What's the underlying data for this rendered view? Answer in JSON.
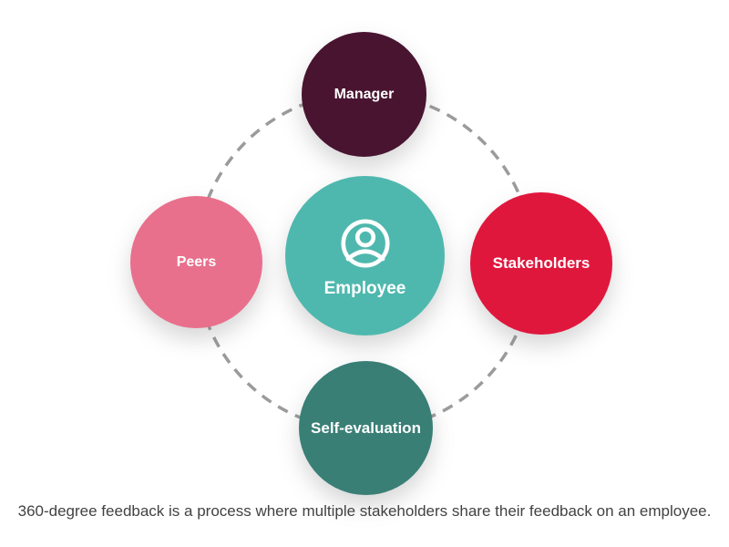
{
  "diagram": {
    "center": {
      "label": "Employee",
      "color": "#4fb8ae",
      "icon": "user-icon"
    },
    "nodes": {
      "manager": {
        "label": "Manager",
        "color": "#491430"
      },
      "peers": {
        "label": "Peers",
        "color": "#e8708c"
      },
      "stakeholders": {
        "label": "Stakeholders",
        "color": "#e0173d"
      },
      "self_evaluation": {
        "label": "Self-evaluation",
        "color": "#397f76"
      }
    },
    "connector_color": "#9b9b9b"
  },
  "caption": "360-degree feedback is a process where multiple stakeholders share their feedback on an employee."
}
